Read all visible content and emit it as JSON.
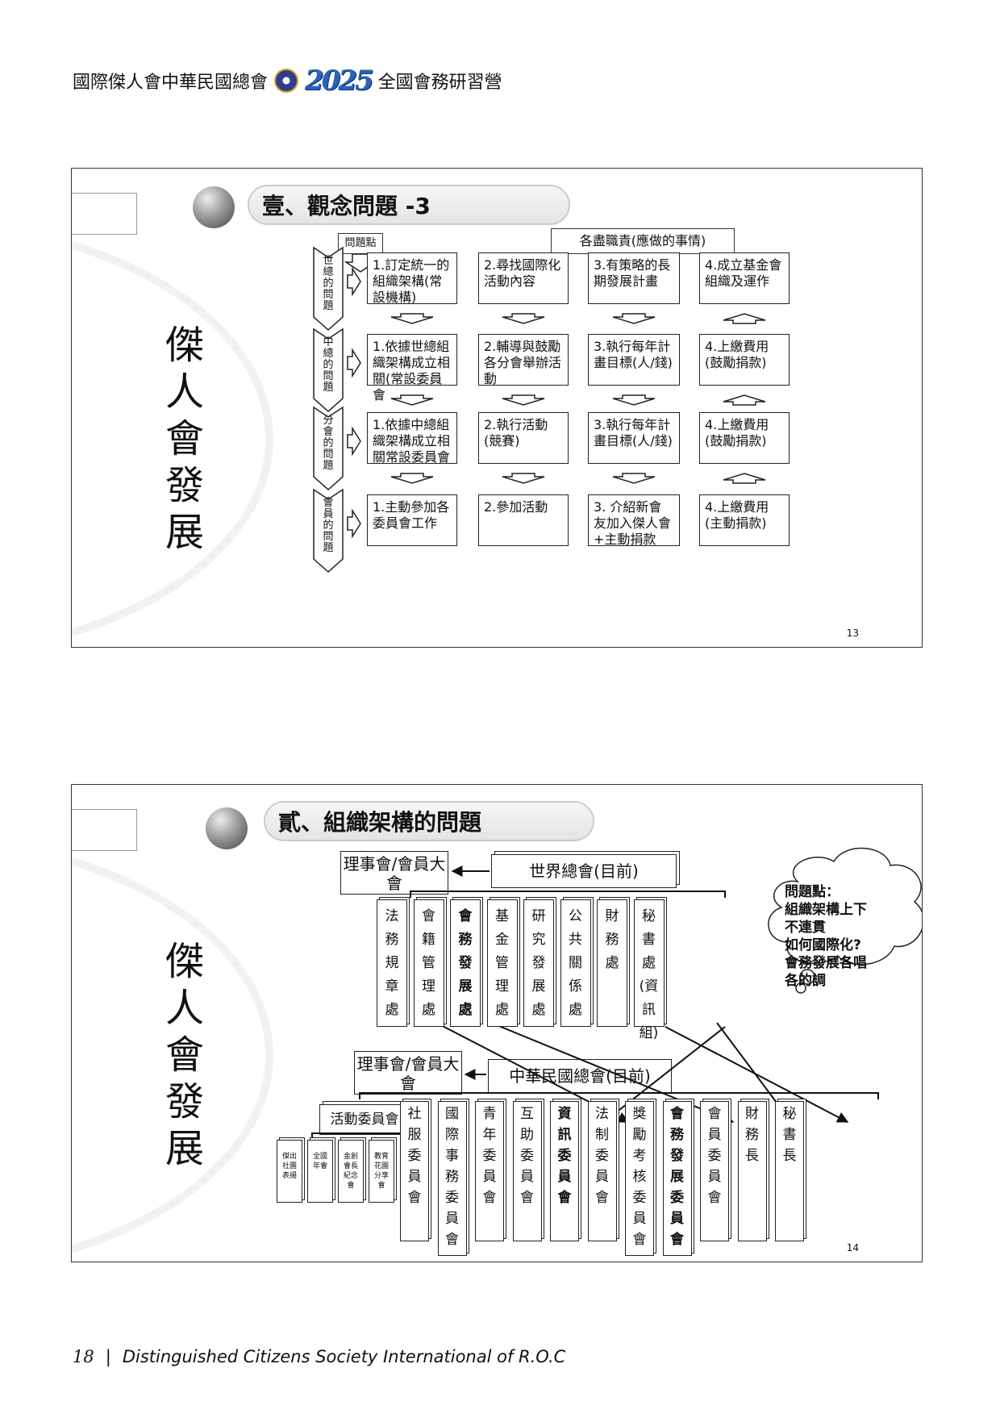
{
  "header": {
    "org_name": "國際傑人會中華民國總會",
    "year": "2025",
    "event": "全國會務研習營"
  },
  "slide1": {
    "side_title": [
      "傑",
      "人",
      "會",
      "發",
      "展"
    ],
    "title": "壹、觀念問題 -3",
    "issue_label": "問題點",
    "duty_label": "各盡職責(應做的事情)",
    "rows": [
      {
        "label": [
          "世",
          "總",
          "的",
          "問",
          "題"
        ],
        "cells": [
          "1.訂定統一的組織架構(常設機構)",
          "2.尋找國際化活動內容",
          "3.有策略的長期發展計畫",
          "4.成立基金會組織及運作"
        ]
      },
      {
        "label": [
          "中",
          "總",
          "的",
          "問",
          "題"
        ],
        "cells": [
          "1.依據世總組織架構成立相關(常設委員會",
          "2.輔導與鼓勵各分會舉辦活動",
          "3.執行每年計畫目標(人/錢)",
          "4.上繳費用(鼓勵捐款)"
        ]
      },
      {
        "label": [
          "分",
          "會",
          "的",
          "問",
          "題"
        ],
        "cells": [
          "1.依據中總組織架構成立相關常設委員會",
          "2.執行活動(競賽)",
          "3.執行每年計畫目標(人/錢)",
          "4.上繳費用(鼓勵捐款)"
        ]
      },
      {
        "label": [
          "會",
          "員",
          "的",
          "問",
          "題"
        ],
        "cells": [
          "1.主動參加各委員會工作",
          "2.參加活動",
          "3. 介紹新會友加入傑人會+主動捐款",
          "4.上繳費用(主動捐款)"
        ]
      }
    ],
    "page": "13"
  },
  "slide2": {
    "side_title": [
      "傑",
      "人",
      "會",
      "發",
      "展"
    ],
    "title": "貳、組織架構的問題",
    "board": "理事會/會員大會",
    "world_hq": "世界總會(目前)",
    "world_depts": [
      {
        "text": [
          "法",
          "務",
          "規",
          "章",
          "處"
        ],
        "bold": false
      },
      {
        "text": [
          "會",
          "籍",
          "管",
          "理",
          "處"
        ],
        "bold": false
      },
      {
        "text": [
          "會",
          "務",
          "發",
          "展",
          "處"
        ],
        "bold": true
      },
      {
        "text": [
          "基",
          "金",
          "管",
          "理",
          "處"
        ],
        "bold": false
      },
      {
        "text": [
          "研",
          "究",
          "發",
          "展",
          "處"
        ],
        "bold": false
      },
      {
        "text": [
          "公",
          "共",
          "關",
          "係",
          "處"
        ],
        "bold": false
      },
      {
        "text": [
          "財",
          "務",
          "處"
        ],
        "bold": false
      },
      {
        "text": [
          "秘",
          "書",
          "處",
          "(資",
          "訊",
          "組)"
        ],
        "bold": false
      }
    ],
    "callout": [
      "問題點：",
      "組織架構上下",
      "不連貫",
      "如何國際化?",
      "會務發展各唱",
      "各的調"
    ],
    "board2": "理事會/會員大會",
    "roc_hq": "中華民國總會(目前)",
    "activity_committee": "活動委員會",
    "activities": [
      {
        "text": [
          "傑出",
          "社團",
          "表揚"
        ]
      },
      {
        "text": [
          "全國",
          "年會"
        ]
      },
      {
        "text": [
          "金創",
          "會長",
          "紀念",
          "會"
        ]
      },
      {
        "text": [
          "教育",
          "花園",
          "分享",
          "會"
        ]
      }
    ],
    "roc_committees": [
      {
        "text": [
          "社",
          "服",
          "委",
          "員",
          "會"
        ],
        "bold": false
      },
      {
        "text": [
          "國",
          "際",
          "事",
          "務",
          "委",
          "員",
          "會"
        ],
        "bold": false
      },
      {
        "text": [
          "青",
          "年",
          "委",
          "員",
          "會"
        ],
        "bold": false
      },
      {
        "text": [
          "互",
          "助",
          "委",
          "員",
          "會"
        ],
        "bold": false
      },
      {
        "text": [
          "資",
          "訊",
          "委",
          "員",
          "會"
        ],
        "bold": true
      },
      {
        "text": [
          "法",
          "制",
          "委",
          "員",
          "會"
        ],
        "bold": false
      },
      {
        "text": [
          "獎",
          "勵",
          "考",
          "核",
          "委",
          "員",
          "會"
        ],
        "bold": false
      },
      {
        "text": [
          "會",
          "務",
          "發",
          "展",
          "委",
          "員",
          "會"
        ],
        "bold": true
      },
      {
        "text": [
          "會",
          "員",
          "委",
          "員",
          "會"
        ],
        "bold": false
      },
      {
        "text": [
          "財",
          "務",
          "長"
        ],
        "bold": false
      },
      {
        "text": [
          "秘",
          "書",
          "長"
        ],
        "bold": false
      }
    ],
    "page": "14"
  },
  "footer": {
    "page_number": "18",
    "separator": "|",
    "text": "Distinguished Citizens Society International of R.O.C"
  }
}
